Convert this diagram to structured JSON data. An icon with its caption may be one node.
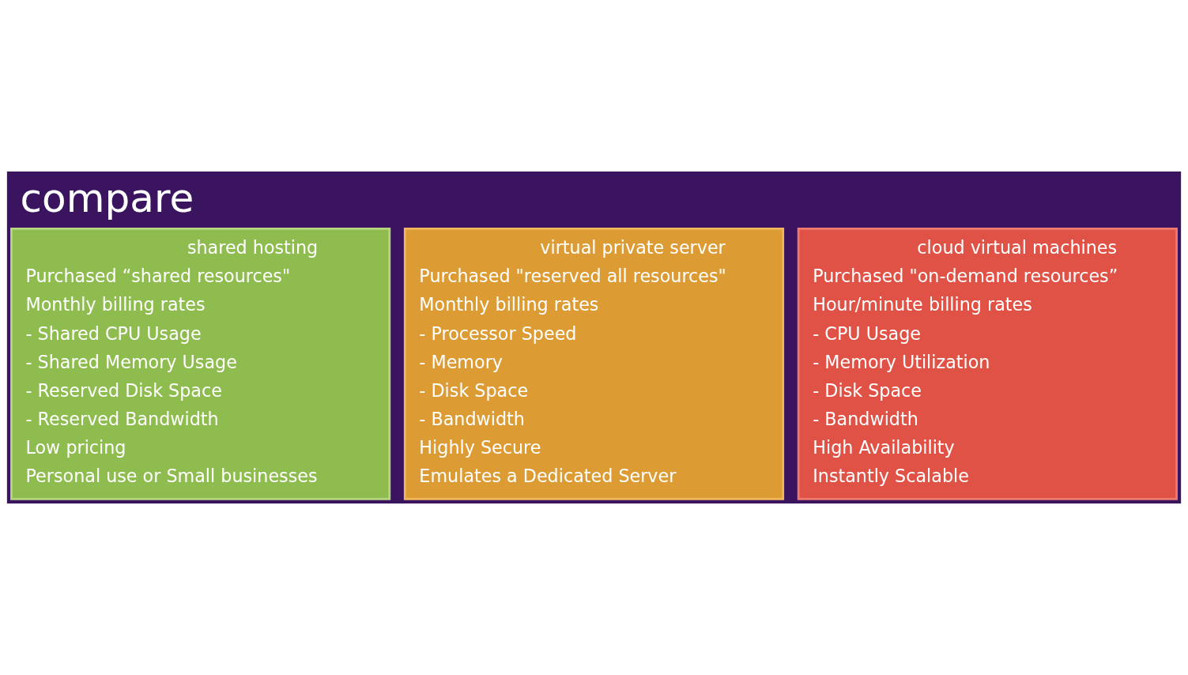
{
  "diagram": {
    "title": "compare",
    "nodes": [
      {
        "text": [
          "shared hosting",
          "Purchased “shared resources\"",
          "Monthly billing rates",
          "- Shared CPU Usage",
          "- Shared Memory Usage",
          "- Reserved Disk Space",
          "- Reserved Bandwidth",
          "Low pricing",
          "Personal use or Small businesses"
        ]
      },
      {
        "text": [
          "virtual private server",
          "Purchased \"reserved all resources\"",
          "Monthly billing rates",
          "- Processor Speed",
          "- Memory",
          "- Disk Space",
          "- Bandwidth",
          "Highly Secure",
          "Emulates a Dedicated Server"
        ]
      },
      {
        "text": [
          "cloud virtual machines",
          "Purchased \"on-demand resources”",
          "Hour/minute billing rates",
          "- CPU Usage",
          "- Memory Utilization",
          "- Disk Space",
          "- Bandwidth",
          "High Availability",
          "Instantly Scalable"
        ]
      }
    ],
    "edges": []
  }
}
